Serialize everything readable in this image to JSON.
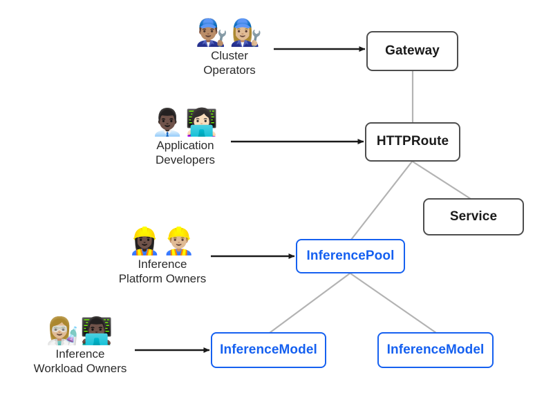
{
  "diagram": {
    "title": "Gateway API Inference Extension resource model and personas",
    "background_color": "#ffffff",
    "colors": {
      "node_border_dark": "#4d4d4d",
      "node_border_blue": "#1560f0",
      "node_text_blue": "#1560f0",
      "node_text_dark": "#1a1a1a",
      "edge_gray": "#b3b3b3",
      "arrow_black": "#1a1a1a"
    }
  },
  "nodes": {
    "gateway": {
      "label": "Gateway",
      "style": "dark"
    },
    "httproute": {
      "label": "HTTPRoute",
      "style": "dark"
    },
    "service": {
      "label": "Service",
      "style": "dark"
    },
    "inferencepool": {
      "label": "InferencePool",
      "style": "blue"
    },
    "inferencemodel_1": {
      "label": "InferenceModel",
      "style": "blue"
    },
    "inferencemodel_2": {
      "label": "InferenceModel",
      "style": "blue"
    }
  },
  "personas": [
    {
      "id": "cluster-operators",
      "label": "Cluster\nOperators",
      "emojis": "👨🏽‍🔧👩🏼‍🔧",
      "emoji_names": [
        "man-mechanic-icon",
        "woman-mechanic-icon"
      ],
      "targets": "gateway"
    },
    {
      "id": "application-developers",
      "label": "Application\nDevelopers",
      "emojis": "👨🏿‍💼👩🏻‍💻",
      "emoji_names": [
        "man-office-worker-icon",
        "woman-technologist-icon"
      ],
      "targets": "httproute"
    },
    {
      "id": "inference-platform-owners",
      "label": "Inference\nPlatform Owners",
      "emojis": "👷🏿‍♀️👷🏼‍♂️",
      "emoji_names": [
        "woman-construction-worker-icon",
        "man-construction-worker-icon"
      ],
      "targets": "inferencepool"
    },
    {
      "id": "inference-workload-owners",
      "label": "Inference\nWorkload Owners",
      "emojis": "👩🏼‍🔬👨🏿‍💻",
      "emoji_names": [
        "woman-scientist-icon",
        "man-technologist-icon"
      ],
      "targets": "inferencemodel_1"
    }
  ],
  "edges": [
    {
      "from": "gateway",
      "to": "httproute",
      "kind": "link"
    },
    {
      "from": "httproute",
      "to": "inferencepool",
      "kind": "link"
    },
    {
      "from": "httproute",
      "to": "service",
      "kind": "link"
    },
    {
      "from": "inferencepool",
      "to": "inferencemodel_1",
      "kind": "link"
    },
    {
      "from": "inferencepool",
      "to": "inferencemodel_2",
      "kind": "link"
    },
    {
      "from": "cluster-operators",
      "to": "gateway",
      "kind": "arrow"
    },
    {
      "from": "application-developers",
      "to": "httproute",
      "kind": "arrow"
    },
    {
      "from": "inference-platform-owners",
      "to": "inferencepool",
      "kind": "arrow"
    },
    {
      "from": "inference-workload-owners",
      "to": "inferencemodel_1",
      "kind": "arrow"
    }
  ]
}
